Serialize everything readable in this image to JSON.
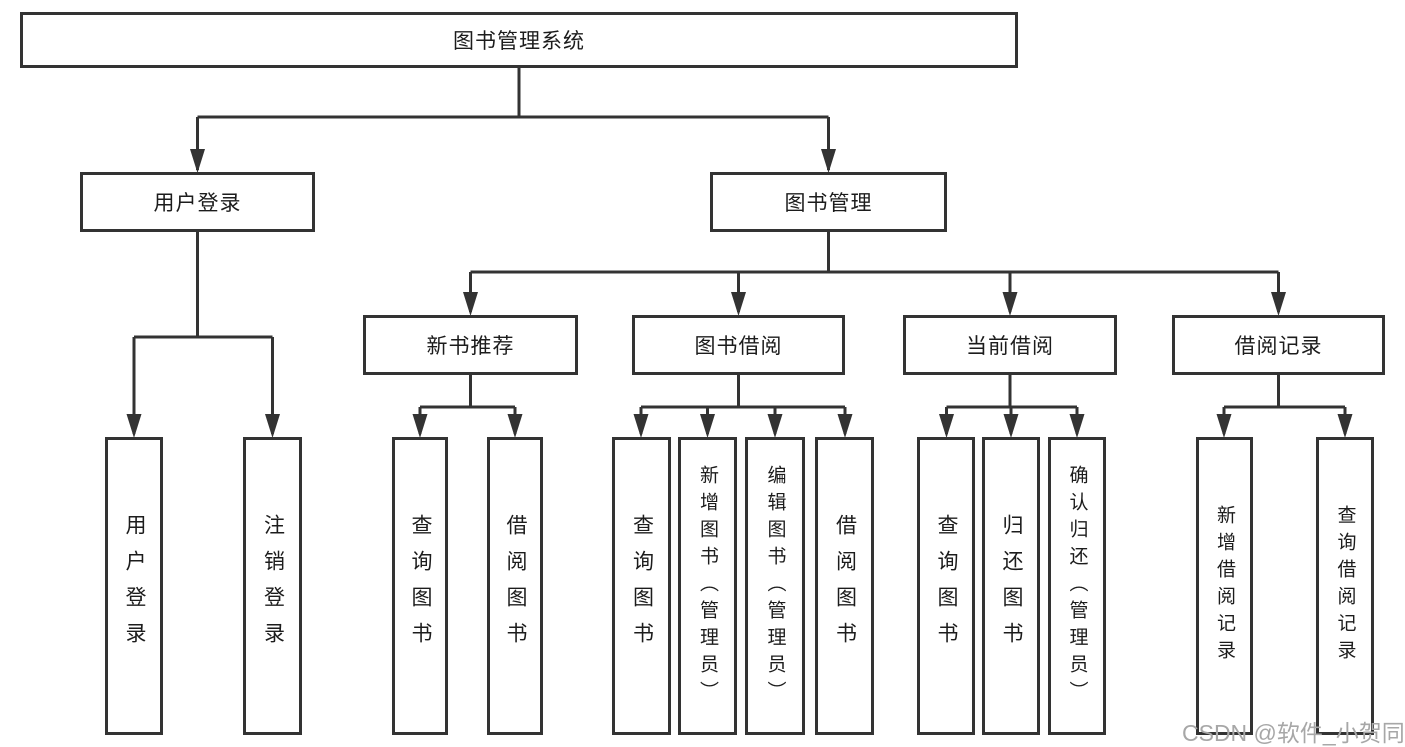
{
  "tree": {
    "label": "图书管理系统",
    "children": [
      {
        "label": "用户登录",
        "children": [
          {
            "label": "用户登录"
          },
          {
            "label": "注销登录"
          }
        ]
      },
      {
        "label": "图书管理",
        "children": [
          {
            "label": "新书推荐",
            "children": [
              {
                "label": "查询图书"
              },
              {
                "label": "借阅图书"
              }
            ]
          },
          {
            "label": "图书借阅",
            "children": [
              {
                "label": "查询图书"
              },
              {
                "label": "新增图书（管理员）"
              },
              {
                "label": "编辑图书（管理员）"
              },
              {
                "label": "借阅图书"
              }
            ]
          },
          {
            "label": "当前借阅",
            "children": [
              {
                "label": "查询图书"
              },
              {
                "label": "归还图书"
              },
              {
                "label": "确认归还（管理员）"
              }
            ]
          },
          {
            "label": "借阅记录",
            "children": [
              {
                "label": "新增借阅记录"
              },
              {
                "label": "查询借阅记录"
              }
            ]
          }
        ]
      }
    ]
  },
  "watermark": "CSDN @软件_小贺同学",
  "colors": {
    "line": "#333333",
    "box_border": "#333333",
    "text": "#1c1c1c",
    "watermark": "#a7a7a7",
    "background": "#ffffff"
  }
}
